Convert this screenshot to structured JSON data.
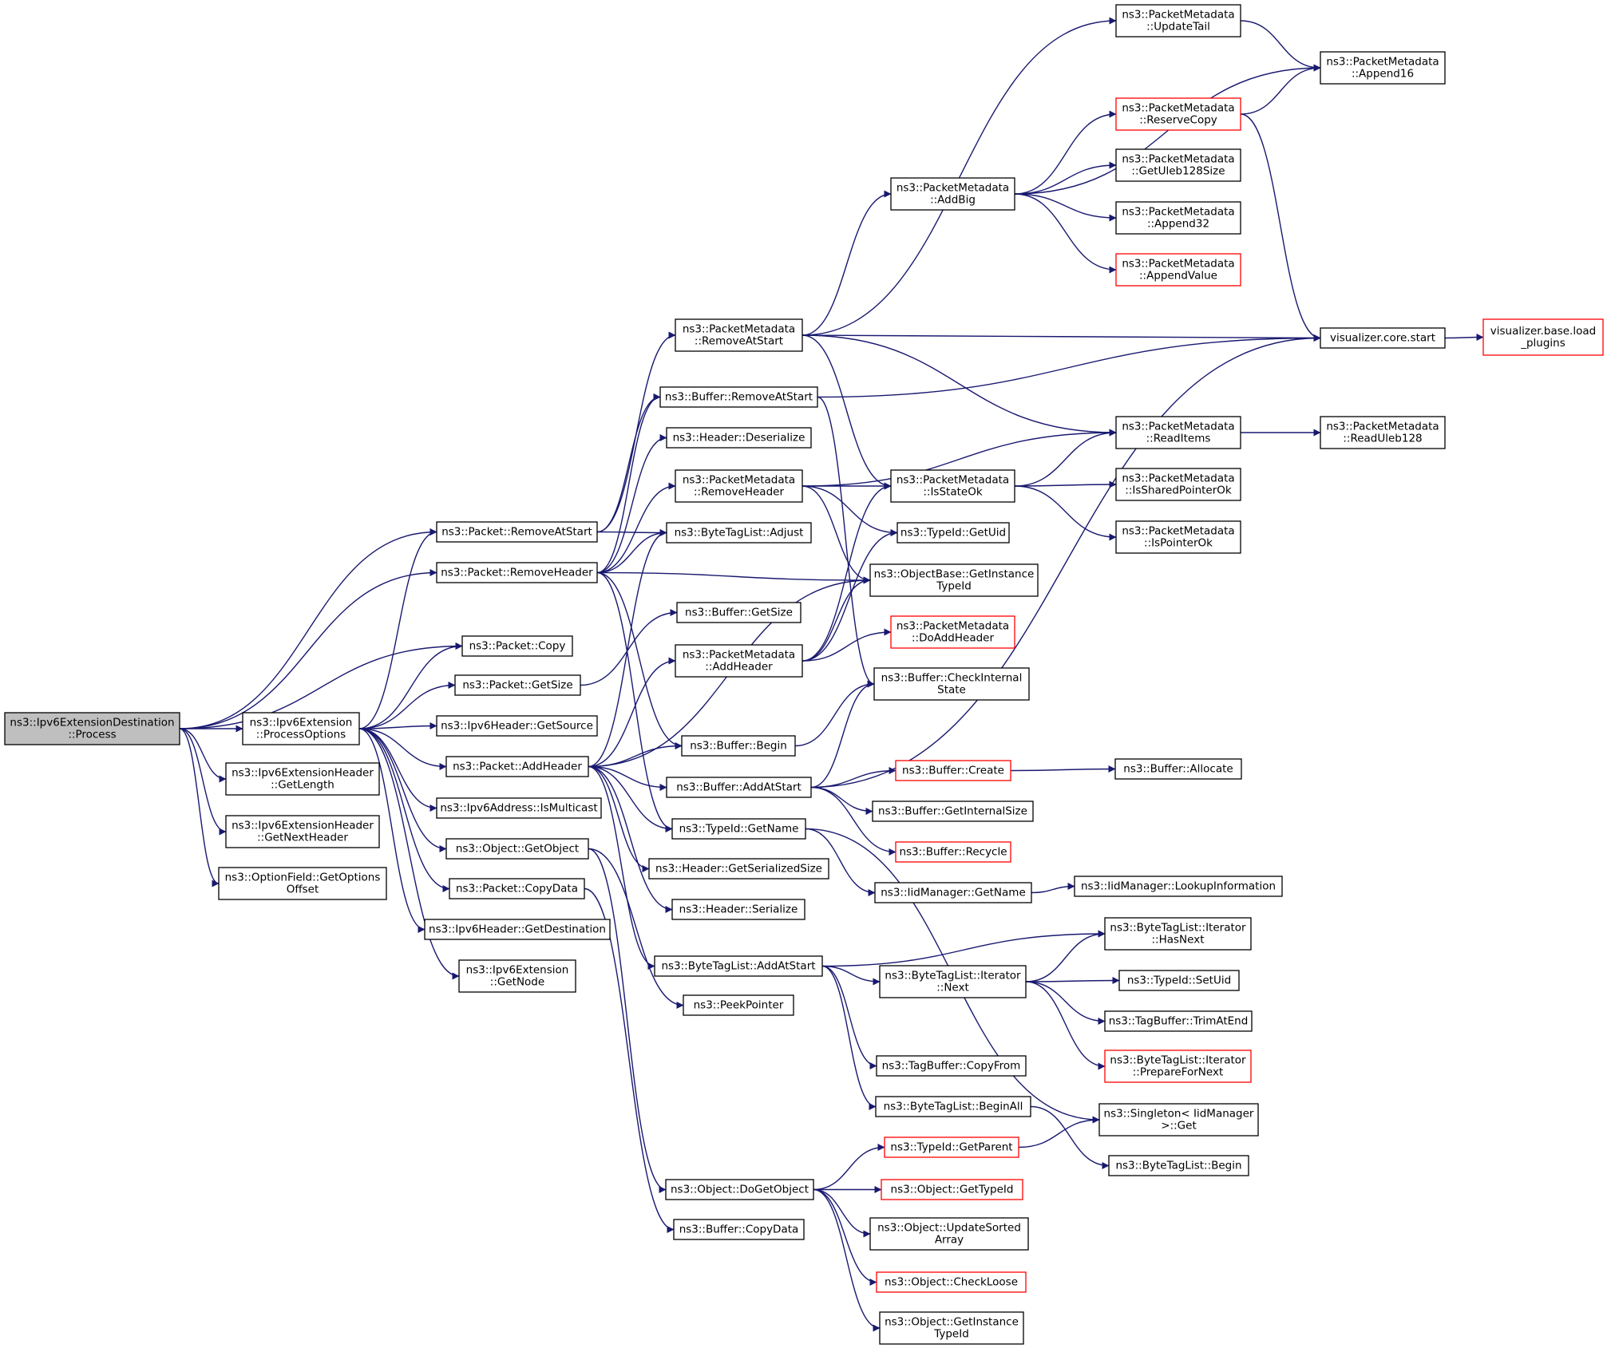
{
  "graph": {
    "edge_color": "#191970",
    "node_border": "#000000",
    "incomplete_border": "#ff0000",
    "root_fill": "#bfbfbf",
    "nodes": [
      {
        "id": "root",
        "lines": [
          "ns3::Ipv6ExtensionDestination",
          "::Process"
        ],
        "style": "root"
      },
      {
        "id": "processOptions",
        "lines": [
          "ns3::Ipv6Extension",
          "::ProcessOptions"
        ]
      },
      {
        "id": "extHdrGetLength",
        "lines": [
          "ns3::Ipv6ExtensionHeader",
          "::GetLength"
        ]
      },
      {
        "id": "extHdrGetNextHeader",
        "lines": [
          "ns3::Ipv6ExtensionHeader",
          "::GetNextHeader"
        ]
      },
      {
        "id": "optionFieldOffset",
        "lines": [
          "ns3::OptionField::GetOptions",
          "Offset"
        ]
      },
      {
        "id": "packetRemoveAtStart",
        "lines": [
          "ns3::Packet::RemoveAtStart"
        ]
      },
      {
        "id": "packetRemoveHeader",
        "lines": [
          "ns3::Packet::RemoveHeader"
        ]
      },
      {
        "id": "packetCopy",
        "lines": [
          "ns3::Packet::Copy"
        ]
      },
      {
        "id": "packetGetSize",
        "lines": [
          "ns3::Packet::GetSize"
        ]
      },
      {
        "id": "ipv6HdrGetSource",
        "lines": [
          "ns3::Ipv6Header::GetSource"
        ]
      },
      {
        "id": "packetAddHeader",
        "lines": [
          "ns3::Packet::AddHeader"
        ]
      },
      {
        "id": "ipv6AddrIsMulticast",
        "lines": [
          "ns3::Ipv6Address::IsMulticast"
        ]
      },
      {
        "id": "objectGetObject",
        "lines": [
          "ns3::Object::GetObject"
        ]
      },
      {
        "id": "packetCopyData",
        "lines": [
          "ns3::Packet::CopyData"
        ]
      },
      {
        "id": "ipv6HdrGetDestination",
        "lines": [
          "ns3::Ipv6Header::GetDestination"
        ]
      },
      {
        "id": "ipv6ExtGetNode",
        "lines": [
          "ns3::Ipv6Extension",
          "::GetNode"
        ]
      },
      {
        "id": "pmRemoveAtStart",
        "lines": [
          "ns3::PacketMetadata",
          "::RemoveAtStart"
        ]
      },
      {
        "id": "bufferRemoveAtStart",
        "lines": [
          "ns3::Buffer::RemoveAtStart"
        ]
      },
      {
        "id": "headerDeserialize",
        "lines": [
          "ns3::Header::Deserialize"
        ]
      },
      {
        "id": "pmRemoveHeader",
        "lines": [
          "ns3::PacketMetadata",
          "::RemoveHeader"
        ]
      },
      {
        "id": "byteTagListAdjust",
        "lines": [
          "ns3::ByteTagList::Adjust"
        ]
      },
      {
        "id": "bufferGetSize",
        "lines": [
          "ns3::Buffer::GetSize"
        ]
      },
      {
        "id": "pmAddHeader",
        "lines": [
          "ns3::PacketMetadata",
          "::AddHeader"
        ]
      },
      {
        "id": "bufferBegin",
        "lines": [
          "ns3::Buffer::Begin"
        ]
      },
      {
        "id": "bufferAddAtStart",
        "lines": [
          "ns3::Buffer::AddAtStart"
        ]
      },
      {
        "id": "typeIdGetName",
        "lines": [
          "ns3::TypeId::GetName"
        ]
      },
      {
        "id": "headerGetSerializedSize",
        "lines": [
          "ns3::Header::GetSerializedSize"
        ]
      },
      {
        "id": "headerSerialize",
        "lines": [
          "ns3::Header::Serialize"
        ]
      },
      {
        "id": "byteTagListAddAtStart",
        "lines": [
          "ns3::ByteTagList::AddAtStart"
        ]
      },
      {
        "id": "peekPointer",
        "lines": [
          "ns3::PeekPointer"
        ]
      },
      {
        "id": "objectDoGetObject",
        "lines": [
          "ns3::Object::DoGetObject"
        ]
      },
      {
        "id": "bufferCopyData",
        "lines": [
          "ns3::Buffer::CopyData"
        ]
      },
      {
        "id": "pmAddBig",
        "lines": [
          "ns3::PacketMetadata",
          "::AddBig"
        ]
      },
      {
        "id": "pmIsStateOk",
        "lines": [
          "ns3::PacketMetadata",
          "::IsStateOk"
        ]
      },
      {
        "id": "typeIdGetUid",
        "lines": [
          "ns3::TypeId::GetUid"
        ]
      },
      {
        "id": "objectBaseGetInstanceTypeId",
        "lines": [
          "ns3::ObjectBase::GetInstance",
          "TypeId"
        ]
      },
      {
        "id": "pmDoAddHeader",
        "lines": [
          "ns3::PacketMetadata",
          "::DoAddHeader"
        ],
        "style": "red"
      },
      {
        "id": "bufferCheckInternalState",
        "lines": [
          "ns3::Buffer::CheckInternal",
          "State"
        ]
      },
      {
        "id": "bufferCreate",
        "lines": [
          "ns3::Buffer::Create"
        ],
        "style": "red"
      },
      {
        "id": "bufferGetInternalSize",
        "lines": [
          "ns3::Buffer::GetInternalSize"
        ]
      },
      {
        "id": "bufferRecycle",
        "lines": [
          "ns3::Buffer::Recycle"
        ],
        "style": "red"
      },
      {
        "id": "iidManagerGetName",
        "lines": [
          "ns3::IidManager::GetName"
        ]
      },
      {
        "id": "byteTagListIteratorNext",
        "lines": [
          "ns3::ByteTagList::Iterator",
          "::Next"
        ]
      },
      {
        "id": "tagBufferCopyFrom",
        "lines": [
          "ns3::TagBuffer::CopyFrom"
        ]
      },
      {
        "id": "byteTagListBeginAll",
        "lines": [
          "ns3::ByteTagList::BeginAll"
        ]
      },
      {
        "id": "typeIdGetParent",
        "lines": [
          "ns3::TypeId::GetParent"
        ],
        "style": "red"
      },
      {
        "id": "objectGetTypeId",
        "lines": [
          "ns3::Object::GetTypeId"
        ],
        "style": "red"
      },
      {
        "id": "objectUpdateSortedArray",
        "lines": [
          "ns3::Object::UpdateSorted",
          "Array"
        ]
      },
      {
        "id": "objectCheckLoose",
        "lines": [
          "ns3::Object::CheckLoose"
        ],
        "style": "red"
      },
      {
        "id": "objectGetInstanceTypeId",
        "lines": [
          "ns3::Object::GetInstance",
          "TypeId"
        ]
      },
      {
        "id": "pmUpdateTail",
        "lines": [
          "ns3::PacketMetadata",
          "::UpdateTail"
        ]
      },
      {
        "id": "pmReserveCopy",
        "lines": [
          "ns3::PacketMetadata",
          "::ReserveCopy"
        ],
        "style": "red"
      },
      {
        "id": "pmGetUleb128Size",
        "lines": [
          "ns3::PacketMetadata",
          "::GetUleb128Size"
        ]
      },
      {
        "id": "pmAppend32",
        "lines": [
          "ns3::PacketMetadata",
          "::Append32"
        ]
      },
      {
        "id": "pmAppendValue",
        "lines": [
          "ns3::PacketMetadata",
          "::AppendValue"
        ],
        "style": "red"
      },
      {
        "id": "pmReadItems",
        "lines": [
          "ns3::PacketMetadata",
          "::ReadItems"
        ]
      },
      {
        "id": "pmIsSharedPointerOk",
        "lines": [
          "ns3::PacketMetadata",
          "::IsSharedPointerOk"
        ]
      },
      {
        "id": "pmIsPointerOk",
        "lines": [
          "ns3::PacketMetadata",
          "::IsPointerOk"
        ]
      },
      {
        "id": "bufferAllocate",
        "lines": [
          "ns3::Buffer::Allocate"
        ]
      },
      {
        "id": "iidManagerLookupInformation",
        "lines": [
          "ns3::IidManager::LookupInformation"
        ]
      },
      {
        "id": "byteTagListIteratorHasNext",
        "lines": [
          "ns3::ByteTagList::Iterator",
          "::HasNext"
        ]
      },
      {
        "id": "typeIdSetUid",
        "lines": [
          "ns3::TypeId::SetUid"
        ]
      },
      {
        "id": "tagBufferTrimAtEnd",
        "lines": [
          "ns3::TagBuffer::TrimAtEnd"
        ]
      },
      {
        "id": "byteTagListIteratorPrepareForNext",
        "lines": [
          "ns3::ByteTagList::Iterator",
          "::PrepareForNext"
        ],
        "style": "red"
      },
      {
        "id": "singletonIidManagerGet",
        "lines": [
          "ns3::Singleton< IidManager",
          ">::Get"
        ]
      },
      {
        "id": "byteTagListBegin",
        "lines": [
          "ns3::ByteTagList::Begin"
        ]
      },
      {
        "id": "pmAppend16",
        "lines": [
          "ns3::PacketMetadata",
          "::Append16"
        ]
      },
      {
        "id": "visualizerCoreStart",
        "lines": [
          "visualizer.core.start"
        ]
      },
      {
        "id": "pmReadUleb128",
        "lines": [
          "ns3::PacketMetadata",
          "::ReadUleb128"
        ]
      },
      {
        "id": "visualizerBaseLoadPlugins",
        "lines": [
          "visualizer.base.load",
          "_plugins"
        ],
        "style": "red"
      }
    ],
    "edges": [
      [
        "root",
        "packetRemoveAtStart"
      ],
      [
        "root",
        "packetRemoveHeader"
      ],
      [
        "root",
        "packetCopy"
      ],
      [
        "root",
        "processOptions"
      ],
      [
        "root",
        "extHdrGetLength"
      ],
      [
        "root",
        "extHdrGetNextHeader"
      ],
      [
        "root",
        "optionFieldOffset"
      ],
      [
        "processOptions",
        "packetRemoveAtStart"
      ],
      [
        "processOptions",
        "packetCopy"
      ],
      [
        "processOptions",
        "packetGetSize"
      ],
      [
        "processOptions",
        "ipv6HdrGetSource"
      ],
      [
        "processOptions",
        "packetAddHeader"
      ],
      [
        "processOptions",
        "ipv6AddrIsMulticast"
      ],
      [
        "processOptions",
        "objectGetObject"
      ],
      [
        "processOptions",
        "packetCopyData"
      ],
      [
        "processOptions",
        "ipv6HdrGetDestination"
      ],
      [
        "processOptions",
        "ipv6ExtGetNode"
      ],
      [
        "packetRemoveAtStart",
        "pmRemoveAtStart"
      ],
      [
        "packetRemoveAtStart",
        "bufferRemoveAtStart"
      ],
      [
        "packetRemoveAtStart",
        "byteTagListAdjust"
      ],
      [
        "packetRemoveHeader",
        "bufferRemoveAtStart"
      ],
      [
        "packetRemoveHeader",
        "headerDeserialize"
      ],
      [
        "packetRemoveHeader",
        "pmRemoveHeader"
      ],
      [
        "packetRemoveHeader",
        "byteTagListAdjust"
      ],
      [
        "packetRemoveHeader",
        "objectBaseGetInstanceTypeId"
      ],
      [
        "packetRemoveHeader",
        "bufferBegin"
      ],
      [
        "packetRemoveHeader",
        "typeIdGetName"
      ],
      [
        "packetGetSize",
        "bufferGetSize"
      ],
      [
        "packetAddHeader",
        "byteTagListAdjust"
      ],
      [
        "packetAddHeader",
        "pmAddHeader"
      ],
      [
        "packetAddHeader",
        "objectBaseGetInstanceTypeId"
      ],
      [
        "packetAddHeader",
        "bufferBegin"
      ],
      [
        "packetAddHeader",
        "bufferAddAtStart"
      ],
      [
        "packetAddHeader",
        "typeIdGetName"
      ],
      [
        "packetAddHeader",
        "headerGetSerializedSize"
      ],
      [
        "packetAddHeader",
        "headerSerialize"
      ],
      [
        "packetAddHeader",
        "byteTagListAddAtStart"
      ],
      [
        "objectGetObject",
        "peekPointer"
      ],
      [
        "objectGetObject",
        "objectDoGetObject"
      ],
      [
        "packetCopyData",
        "bufferCopyData"
      ],
      [
        "pmRemoveAtStart",
        "pmUpdateTail"
      ],
      [
        "pmRemoveAtStart",
        "pmAddBig"
      ],
      [
        "pmRemoveAtStart",
        "visualizerCoreStart"
      ],
      [
        "pmRemoveAtStart",
        "pmReadItems"
      ],
      [
        "pmRemoveAtStart",
        "pmIsStateOk"
      ],
      [
        "bufferRemoveAtStart",
        "visualizerCoreStart"
      ],
      [
        "bufferRemoveAtStart",
        "bufferCheckInternalState"
      ],
      [
        "pmRemoveHeader",
        "pmReadItems"
      ],
      [
        "pmRemoveHeader",
        "pmIsStateOk"
      ],
      [
        "pmRemoveHeader",
        "typeIdGetUid"
      ],
      [
        "pmRemoveHeader",
        "objectBaseGetInstanceTypeId"
      ],
      [
        "pmAddHeader",
        "pmIsStateOk"
      ],
      [
        "pmAddHeader",
        "typeIdGetUid"
      ],
      [
        "pmAddHeader",
        "objectBaseGetInstanceTypeId"
      ],
      [
        "pmAddHeader",
        "pmDoAddHeader"
      ],
      [
        "bufferBegin",
        "bufferCheckInternalState"
      ],
      [
        "bufferAddAtStart",
        "visualizerCoreStart"
      ],
      [
        "bufferAddAtStart",
        "bufferCheckInternalState"
      ],
      [
        "bufferAddAtStart",
        "bufferCreate"
      ],
      [
        "bufferAddAtStart",
        "bufferGetInternalSize"
      ],
      [
        "bufferAddAtStart",
        "bufferRecycle"
      ],
      [
        "typeIdGetName",
        "iidManagerGetName"
      ],
      [
        "typeIdGetName",
        "singletonIidManagerGet"
      ],
      [
        "byteTagListAddAtStart",
        "byteTagListIteratorHasNext"
      ],
      [
        "byteTagListAddAtStart",
        "byteTagListIteratorNext"
      ],
      [
        "byteTagListAddAtStart",
        "tagBufferCopyFrom"
      ],
      [
        "byteTagListAddAtStart",
        "byteTagListBeginAll"
      ],
      [
        "objectDoGetObject",
        "typeIdGetParent"
      ],
      [
        "objectDoGetObject",
        "objectGetTypeId"
      ],
      [
        "objectDoGetObject",
        "objectUpdateSortedArray"
      ],
      [
        "objectDoGetObject",
        "objectCheckLoose"
      ],
      [
        "objectDoGetObject",
        "objectGetInstanceTypeId"
      ],
      [
        "pmAddBig",
        "pmAppend16"
      ],
      [
        "pmAddBig",
        "pmReserveCopy"
      ],
      [
        "pmAddBig",
        "pmGetUleb128Size"
      ],
      [
        "pmAddBig",
        "pmAppend32"
      ],
      [
        "pmAddBig",
        "pmAppendValue"
      ],
      [
        "pmIsStateOk",
        "pmReadItems"
      ],
      [
        "pmIsStateOk",
        "pmIsSharedPointerOk"
      ],
      [
        "pmIsStateOk",
        "pmIsPointerOk"
      ],
      [
        "bufferCreate",
        "bufferAllocate"
      ],
      [
        "iidManagerGetName",
        "iidManagerLookupInformation"
      ],
      [
        "byteTagListIteratorNext",
        "byteTagListIteratorHasNext"
      ],
      [
        "byteTagListIteratorNext",
        "typeIdSetUid"
      ],
      [
        "byteTagListIteratorNext",
        "tagBufferTrimAtEnd"
      ],
      [
        "byteTagListIteratorNext",
        "byteTagListIteratorPrepareForNext"
      ],
      [
        "byteTagListBeginAll",
        "byteTagListBegin"
      ],
      [
        "typeIdGetParent",
        "singletonIidManagerGet"
      ],
      [
        "pmUpdateTail",
        "pmAppend16"
      ],
      [
        "pmReserveCopy",
        "pmAppend16"
      ],
      [
        "pmReserveCopy",
        "visualizerCoreStart"
      ],
      [
        "pmReadItems",
        "pmReadUleb128"
      ],
      [
        "visualizerCoreStart",
        "visualizerBaseLoadPlugins"
      ]
    ]
  }
}
